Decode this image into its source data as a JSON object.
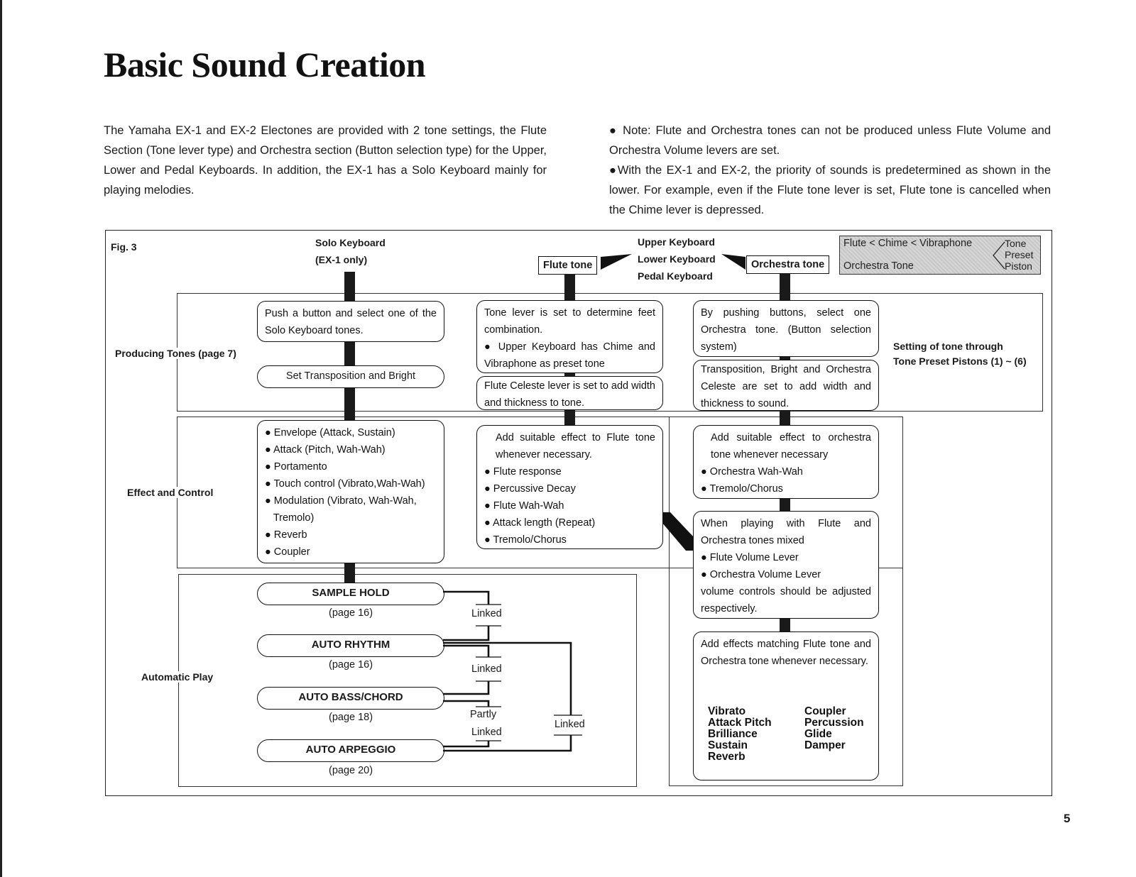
{
  "page": {
    "title": "Basic Sound Creation",
    "intro_left": "The Yamaha EX-1 and EX-2 Electones are provided with 2 tone settings, the Flute Section (Tone lever type) and Orchestra section (Button selection type) for the Upper, Lower and Pedal Keyboards. In addition, the EX-1 has a Solo Keyboard mainly for playing melodies.",
    "intro_right_1": "● Note:  Flute and Orchestra tones can not be produced unless Flute Volume and Orchestra Volume levers are set.",
    "intro_right_2": "●With the EX-1 and EX-2, the priority of sounds is predetermined as shown in the lower. For example, even if the Flute tone lever is set, Flute tone is cancelled when the Chime lever is depressed.",
    "page_number": "5"
  },
  "figure": {
    "label": "Fig. 3",
    "solo_header_1": "Solo Keyboard",
    "solo_header_2": "(EX-1 only)",
    "upper_keyboard": "Upper Keyboard",
    "lower_keyboard": "Lower Keyboard",
    "pedal_keyboard": "Pedal Keyboard",
    "flute_tone_tag": "Flute tone",
    "orchestra_tone_tag": "Orchestra tone",
    "priority": {
      "line1": "Flute < Chime < Vibraphone",
      "line2": "Orchestra Tone",
      "tone_label_1": "Tone",
      "tone_label_2": "Preset",
      "tone_label_3": "Piston"
    },
    "sections": {
      "producing": "Producing Tones (page 7)",
      "effect": "Effect and Control",
      "automatic": "Automatic Play"
    },
    "setting_note_1": "Setting of tone through",
    "setting_note_2": "Tone Preset Pistons (1) ~ (6)",
    "solo": {
      "push": "Push a button and select one of the Solo Keyboard tones.",
      "transposition": "Set Transposition and Bright",
      "effects": [
        "● Envelope (Attack, Sustain)",
        "● Attack (Pitch, Wah-Wah)",
        "● Portamento",
        "● Touch control (Vibrato,Wah-Wah)",
        "● Modulation (Vibrato, Wah-Wah,",
        "   Tremolo)",
        "● Reverb",
        "● Coupler"
      ]
    },
    "flute": {
      "lever": "Tone lever is set to determine feet combination.",
      "lever_bullet": "● Upper Keyboard has Chime and Vibraphone as preset tone",
      "celeste": "Flute Celeste lever is set to add width and thickness to tone.",
      "effect_intro": "Add suitable effect to Flute tone whenever necessary.",
      "effects": [
        "● Flute response",
        "● Percussive Decay",
        "● Flute Wah-Wah",
        "● Attack length (Repeat)",
        "● Tremolo/Chorus"
      ]
    },
    "orchestra": {
      "buttons": "By pushing buttons, select one Orchestra tone. (Button selection system)",
      "transposition": "Transposition, Bright and Orchestra Celeste are set to add width and thickness to sound.",
      "effect_intro": "Add suitable effect to orchestra tone whenever necessary",
      "effects": [
        "● Orchestra Wah-Wah",
        "● Tremolo/Chorus"
      ]
    },
    "mixed": {
      "intro": "When playing with Flute and Orchestra tones mixed",
      "items": [
        "● Flute Volume Lever",
        "● Orchestra Volume Lever"
      ],
      "outro": "volume controls should be adjusted respectively."
    },
    "matching": {
      "intro": "Add effects matching Flute tone and Orchestra tone whenever necessary.",
      "col1": [
        "Vibrato",
        "Attack Pitch",
        "Brilliance",
        "Sustain",
        "Reverb"
      ],
      "col2": [
        "Coupler",
        "Percussion",
        "Glide",
        "Damper"
      ]
    },
    "auto": [
      {
        "name": "SAMPLE HOLD",
        "page": "(page 16)"
      },
      {
        "name": "AUTO RHYTHM",
        "page": "(page 16)"
      },
      {
        "name": "AUTO BASS/CHORD",
        "page": "(page 18)"
      },
      {
        "name": "AUTO ARPEGGIO",
        "page": "(page 20)"
      }
    ],
    "links": {
      "linked_1": "Linked",
      "linked_2": "Linked",
      "partly": "Partly",
      "linked_3": "Linked",
      "linked_outer": "Linked"
    }
  }
}
